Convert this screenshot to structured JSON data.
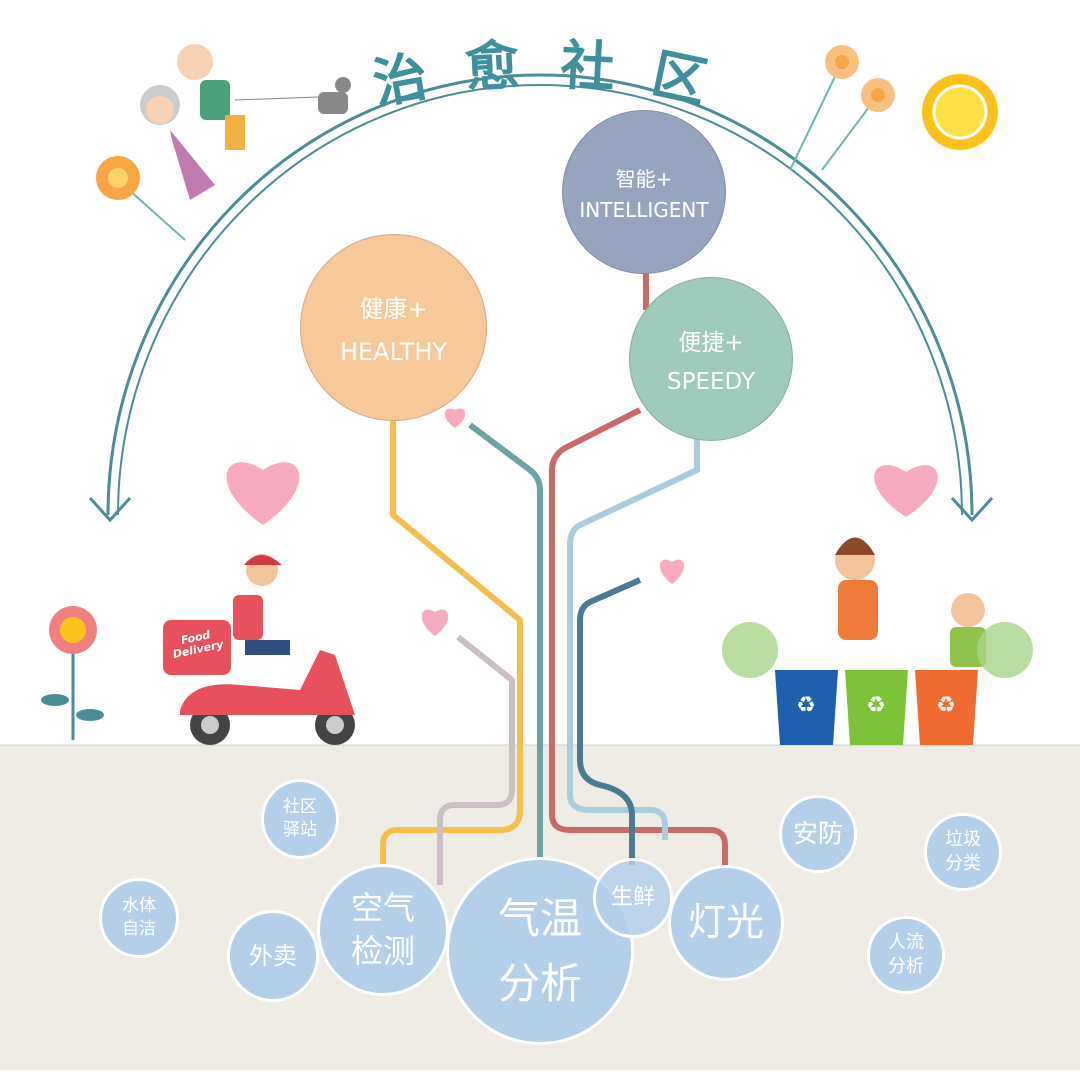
{
  "title": [
    "治",
    "愈",
    "社",
    "区"
  ],
  "pillars": {
    "intelligent": {
      "cn": "智能+",
      "en": "INTELLIGENT",
      "color": "#96a4c0"
    },
    "healthy": {
      "cn": "健康+",
      "en": "HEALTHY",
      "color": "#f7c89a"
    },
    "speedy": {
      "cn": "便捷+",
      "en": "SPEEDY",
      "color": "#9fcbbb"
    }
  },
  "delivery_box_text": "Food Delivery",
  "bubbles": {
    "station": "社区驿站",
    "water": "水体自洁",
    "takeout": "外卖",
    "air": "空气检测",
    "temp": "气温分析",
    "fresh": "生鲜",
    "light": "灯光",
    "security": "安防",
    "garbage": "垃圾分类",
    "crowd": "人流分析"
  },
  "colors": {
    "accent": "#3f8f9c",
    "bubble": "#b4cfe9",
    "ground": "#efece6"
  }
}
